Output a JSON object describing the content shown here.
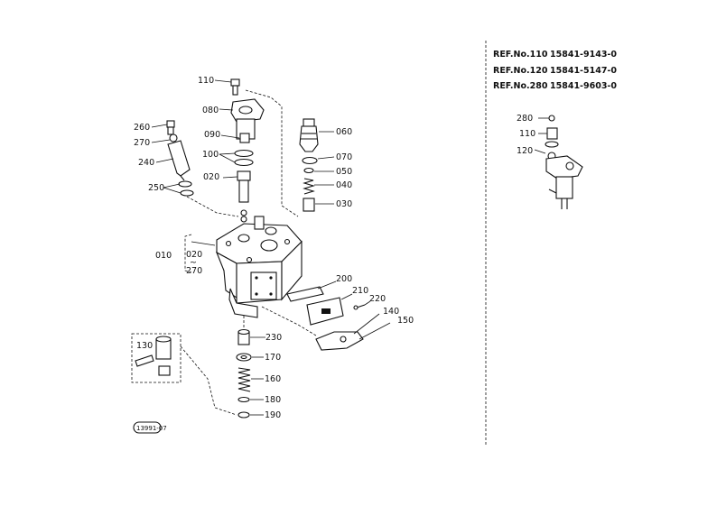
{
  "ref_numbers": [
    {
      "ref": "REF.No.110",
      "part": "15841-9143-0"
    },
    {
      "ref": "REF.No.120",
      "part": "15841-5147-0"
    },
    {
      "ref": "REF.No.280",
      "part": "15841-9603-0"
    }
  ],
  "callouts": {
    "c110": "110",
    "c080": "080",
    "c060": "060",
    "c260": "260",
    "c090": "090",
    "c270": "270",
    "c070": "070",
    "c100": "100",
    "c050": "050",
    "c240": "240",
    "c020": "020",
    "c040": "040",
    "c250": "250",
    "c030": "030",
    "c010": "010",
    "c010_020": "020",
    "c010_tilde": "~",
    "c010_270": "270",
    "c200": "200",
    "c210": "210",
    "c220": "220",
    "c140": "140",
    "c150": "150",
    "c230": "230",
    "c130": "130",
    "c170": "170",
    "c160": "160",
    "c180": "180",
    "c190": "190",
    "inset_280": "280",
    "inset_110": "110",
    "inset_120": "120"
  },
  "stamp": "13991-07"
}
